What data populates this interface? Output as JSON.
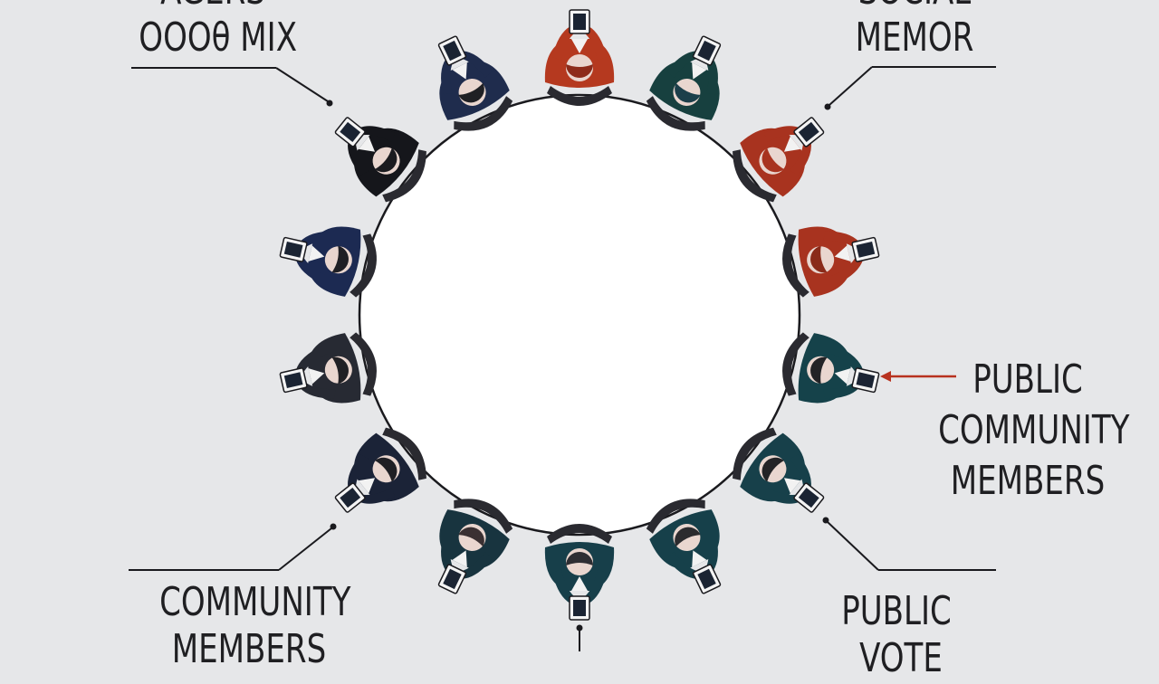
{
  "labels": {
    "top_left_partial": "AGERS",
    "top_left": "OOOθ MIX",
    "top_right_partial": "SOCIAL",
    "top_right": "MEMOR",
    "right": [
      "PUBLIC",
      "COMMUNITY",
      "MEMBERS"
    ],
    "bottom_left": [
      "COMMUNITY",
      "MEMBERS"
    ],
    "bottom_right": [
      "PUBLIC",
      "VOTE"
    ]
  },
  "colors": {
    "background": "#e6e7e9",
    "table": "#ffffff",
    "outline": "#1a1a1e",
    "accent_red": "#b8321f",
    "navy": "#1c2a4a",
    "teal": "#14414a",
    "charcoal": "#1d1f25",
    "rust": "#a8331f"
  },
  "figures": [
    {
      "suit": "#b5391f",
      "hair": "#8d2b1a"
    },
    {
      "suit": "#17403f",
      "hair": "#1c3f4a"
    },
    {
      "suit": "#a8331f",
      "hair": "#a8331f"
    },
    {
      "suit": "#a8331f",
      "hair": "#8a2a19"
    },
    {
      "suit": "#15424a",
      "hair": "#232326"
    },
    {
      "suit": "#17404a",
      "hair": "#232326"
    },
    {
      "suit": "#16404a",
      "hair": "#2b2b2e"
    },
    {
      "suit": "#173f4a",
      "hair": "#2e2e33"
    },
    {
      "suit": "#18343f",
      "hair": "#3a3032"
    },
    {
      "suit": "#1b2337",
      "hair": "#1f1f24"
    },
    {
      "suit": "#272a33",
      "hair": "#202024"
    },
    {
      "suit": "#1c2a52",
      "hair": "#1f1f24"
    },
    {
      "suit": "#15161b",
      "hair": "#1b1b1f"
    },
    {
      "suit": "#1f2c4d",
      "hair": "#202024"
    }
  ]
}
